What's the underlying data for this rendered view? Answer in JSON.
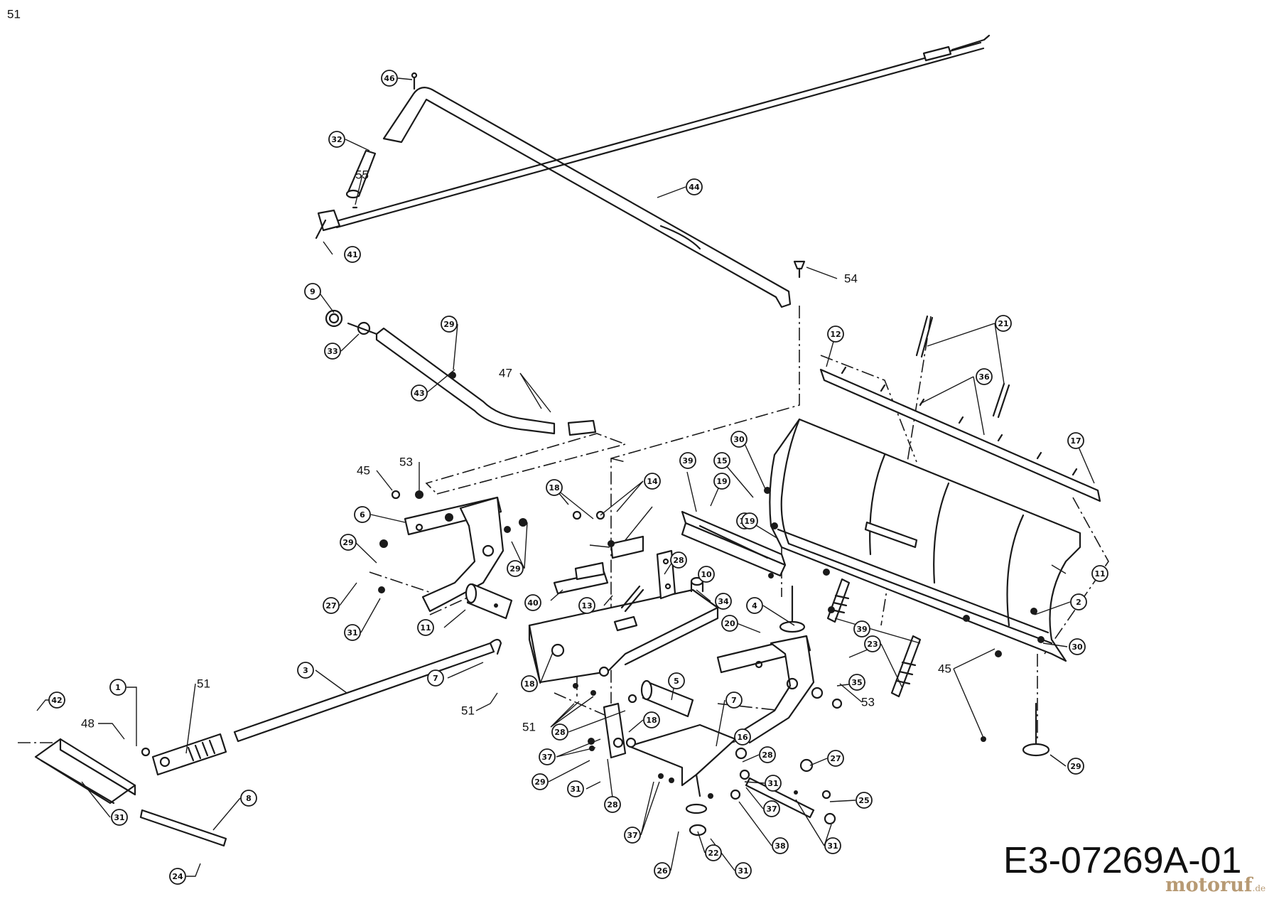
{
  "drawing_code": "E3-07269A-01",
  "watermark": {
    "text": "motoruf",
    "suffix": ".de"
  },
  "callouts": [
    {
      "label": "46",
      "style": "circle"
    },
    {
      "label": "32",
      "style": "circle"
    },
    {
      "label": "55",
      "style": "plain"
    },
    {
      "label": "41",
      "style": "circle"
    },
    {
      "label": "44",
      "style": "circle"
    },
    {
      "label": "54",
      "style": "plain"
    },
    {
      "label": "9",
      "style": "circle"
    },
    {
      "label": "33",
      "style": "circle"
    },
    {
      "label": "29",
      "style": "circle"
    },
    {
      "label": "43",
      "style": "circle"
    },
    {
      "label": "47",
      "style": "plain"
    },
    {
      "label": "12",
      "style": "circle"
    },
    {
      "label": "21",
      "style": "circle"
    },
    {
      "label": "36",
      "style": "circle"
    },
    {
      "label": "17",
      "style": "circle"
    },
    {
      "label": "30",
      "style": "circle"
    },
    {
      "label": "39",
      "style": "circle"
    },
    {
      "label": "15",
      "style": "circle"
    },
    {
      "label": "19",
      "style": "circle"
    },
    {
      "label": "19",
      "style": "circle"
    },
    {
      "label": "19",
      "style": "circle"
    },
    {
      "label": "18",
      "style": "circle"
    },
    {
      "label": "14",
      "style": "circle"
    },
    {
      "label": "45",
      "style": "plain"
    },
    {
      "label": "53",
      "style": "plain"
    },
    {
      "label": "6",
      "style": "circle"
    },
    {
      "label": "29",
      "style": "circle"
    },
    {
      "label": "29",
      "style": "circle"
    },
    {
      "label": "27",
      "style": "circle"
    },
    {
      "label": "31",
      "style": "circle"
    },
    {
      "label": "28",
      "style": "circle"
    },
    {
      "label": "10",
      "style": "circle"
    },
    {
      "label": "40",
      "style": "circle"
    },
    {
      "label": "13",
      "style": "circle"
    },
    {
      "label": "34",
      "style": "circle"
    },
    {
      "label": "4",
      "style": "circle"
    },
    {
      "label": "11",
      "style": "circle"
    },
    {
      "label": "2",
      "style": "circle"
    },
    {
      "label": "30",
      "style": "circle"
    },
    {
      "label": "39",
      "style": "circle"
    },
    {
      "label": "23",
      "style": "circle"
    },
    {
      "label": "35",
      "style": "circle"
    },
    {
      "label": "53",
      "style": "plain"
    },
    {
      "label": "45",
      "style": "plain"
    },
    {
      "label": "29",
      "style": "circle"
    },
    {
      "label": "11",
      "style": "circle"
    },
    {
      "label": "7",
      "style": "circle"
    },
    {
      "label": "18",
      "style": "circle"
    },
    {
      "label": "20",
      "style": "circle"
    },
    {
      "label": "5",
      "style": "circle"
    },
    {
      "label": "7",
      "style": "circle"
    },
    {
      "label": "3",
      "style": "circle"
    },
    {
      "label": "42",
      "style": "circle"
    },
    {
      "label": "51",
      "style": "plain"
    },
    {
      "label": "1",
      "style": "circle"
    },
    {
      "label": "48",
      "style": "plain"
    },
    {
      "label": "51",
      "style": "plain"
    },
    {
      "label": "51",
      "style": "plain"
    },
    {
      "label": "28",
      "style": "circle"
    },
    {
      "label": "18",
      "style": "circle"
    },
    {
      "label": "37",
      "style": "circle"
    },
    {
      "label": "29",
      "style": "circle"
    },
    {
      "label": "31",
      "style": "circle"
    },
    {
      "label": "28",
      "style": "circle"
    },
    {
      "label": "16",
      "style": "circle"
    },
    {
      "label": "28",
      "style": "circle"
    },
    {
      "label": "27",
      "style": "circle"
    },
    {
      "label": "31",
      "style": "circle"
    },
    {
      "label": "37",
      "style": "circle"
    },
    {
      "label": "25",
      "style": "circle"
    },
    {
      "label": "37",
      "style": "circle"
    },
    {
      "label": "22",
      "style": "circle"
    },
    {
      "label": "38",
      "style": "circle"
    },
    {
      "label": "31",
      "style": "circle"
    },
    {
      "label": "31",
      "style": "circle"
    },
    {
      "label": "26",
      "style": "circle"
    },
    {
      "label": "31",
      "style": "circle"
    },
    {
      "label": "8",
      "style": "circle"
    },
    {
      "label": "24",
      "style": "circle"
    },
    {
      "label": "51",
      "style": "plain"
    }
  ]
}
